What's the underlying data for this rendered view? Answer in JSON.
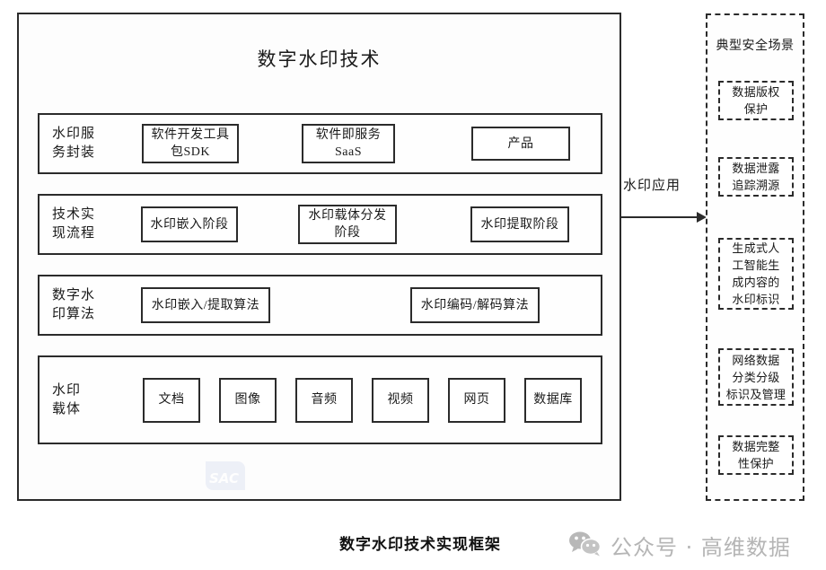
{
  "diagram": {
    "title": "数字水印技术",
    "caption": "数字水印技术实现框架",
    "layers": [
      {
        "label": "水印服\n务封装",
        "nodes": [
          "软件开发工具\n包SDK",
          "软件即服务\nSaaS",
          "产品"
        ]
      },
      {
        "label": "技术实\n现流程",
        "nodes": [
          "水印嵌入阶段",
          "水印载体分发\n阶段",
          "水印提取阶段"
        ]
      },
      {
        "label": "数字水\n印算法",
        "nodes": [
          "水印嵌入/提取算法",
          "水印编码/解码算法"
        ]
      },
      {
        "label": "水印\n载体",
        "nodes": [
          "文档",
          "图像",
          "音频",
          "视频",
          "网页",
          "数据库"
        ]
      }
    ]
  },
  "connector": {
    "label": "水印应用",
    "icon": "arrow-right-icon"
  },
  "scene_panel": {
    "title": "典型安全场景",
    "items": [
      "数据版权\n保护",
      "数据泄露\n追踪溯源",
      "生成式人\n工智能生\n成内容的\n水印标识",
      "网络数据\n分类分级\n标识及管理",
      "数据完整\n性保护"
    ]
  },
  "watermarks": {
    "logo_text": "SAC",
    "publisher_text": "公众号 · 高维数据",
    "publisher_icon": "wechat-icon"
  },
  "colors": {
    "stroke": "#2b2b2b",
    "text": "#1a1a1a",
    "watermark_gray": "#b5b5b5",
    "logo_blue": "#d6dcef",
    "background": "#ffffff"
  }
}
